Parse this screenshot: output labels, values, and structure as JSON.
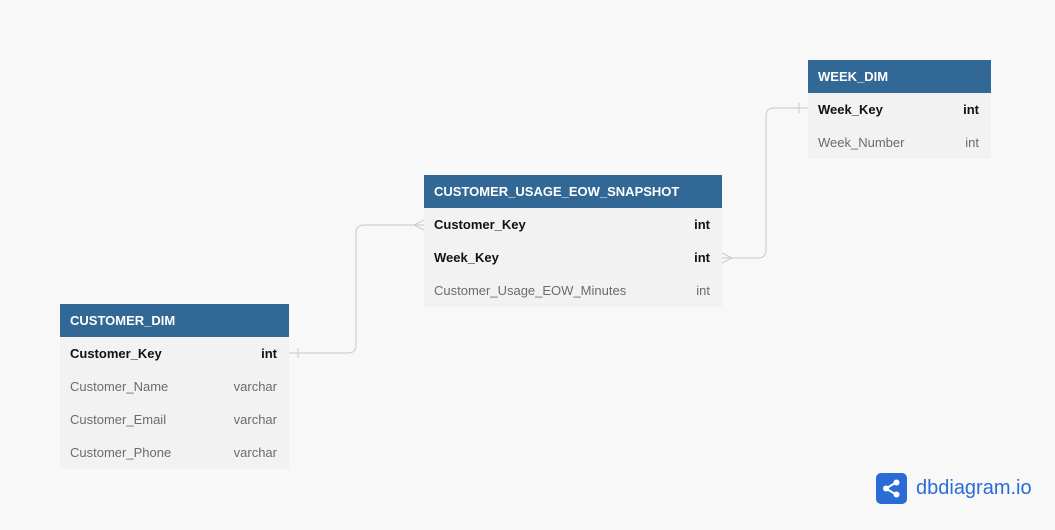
{
  "tables": {
    "week_dim": {
      "name": "WEEK_DIM",
      "columns": [
        {
          "name": "Week_Key",
          "type": "int",
          "pk": true
        },
        {
          "name": "Week_Number",
          "type": "int",
          "pk": false
        }
      ]
    },
    "snapshot": {
      "name": "CUSTOMER_USAGE_EOW_SNAPSHOT",
      "columns": [
        {
          "name": "Customer_Key",
          "type": "int",
          "pk": true
        },
        {
          "name": "Week_Key",
          "type": "int",
          "pk": true
        },
        {
          "name": "Customer_Usage_EOW_Minutes",
          "type": "int",
          "pk": false
        }
      ]
    },
    "customer_dim": {
      "name": "CUSTOMER_DIM",
      "columns": [
        {
          "name": "Customer_Key",
          "type": "int",
          "pk": true
        },
        {
          "name": "Customer_Name",
          "type": "varchar",
          "pk": false
        },
        {
          "name": "Customer_Email",
          "type": "varchar",
          "pk": false
        },
        {
          "name": "Customer_Phone",
          "type": "varchar",
          "pk": false
        }
      ]
    }
  },
  "relationships": [
    {
      "from": "CUSTOMER_DIM.Customer_Key",
      "to": "CUSTOMER_USAGE_EOW_SNAPSHOT.Customer_Key",
      "cardinality": "one-to-many"
    },
    {
      "from": "WEEK_DIM.Week_Key",
      "to": "CUSTOMER_USAGE_EOW_SNAPSHOT.Week_Key",
      "cardinality": "one-to-many"
    }
  ],
  "logo": {
    "text": "dbdiagram.io",
    "icon": "share-nodes-icon"
  },
  "colors": {
    "header": "#326896",
    "body": "#f2f2f2",
    "brand": "#2b6bd6",
    "connector": "#c9c9c9"
  }
}
